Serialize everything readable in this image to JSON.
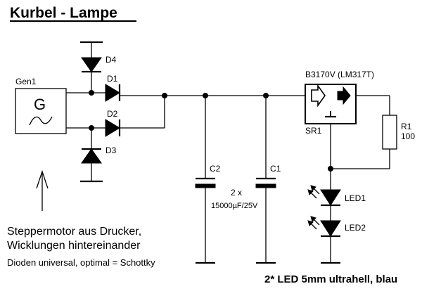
{
  "title": "Kurbel - Lampe",
  "generator": {
    "label": "Gen1",
    "symbol": "G",
    "ac_symbol": "~"
  },
  "diodes": {
    "d1": "D1",
    "d2": "D2",
    "d3": "D3",
    "d4": "D4"
  },
  "capacitors": {
    "c1": "C1",
    "c2": "C2",
    "count": "2 x",
    "value": "15000µF/25V"
  },
  "regulator": {
    "part": "B3170V (LM317T)",
    "ref": "SR1"
  },
  "resistor": {
    "ref": "R1",
    "value": "100"
  },
  "leds": {
    "led1": "LED1",
    "led2": "LED2",
    "note": "2* LED 5mm ultrahell, blau"
  },
  "notes": {
    "line1": "Steppermotor aus Drucker,",
    "line2": "Wicklungen hintereinander",
    "line3": "Dioden universal, optimal = Schottky"
  }
}
